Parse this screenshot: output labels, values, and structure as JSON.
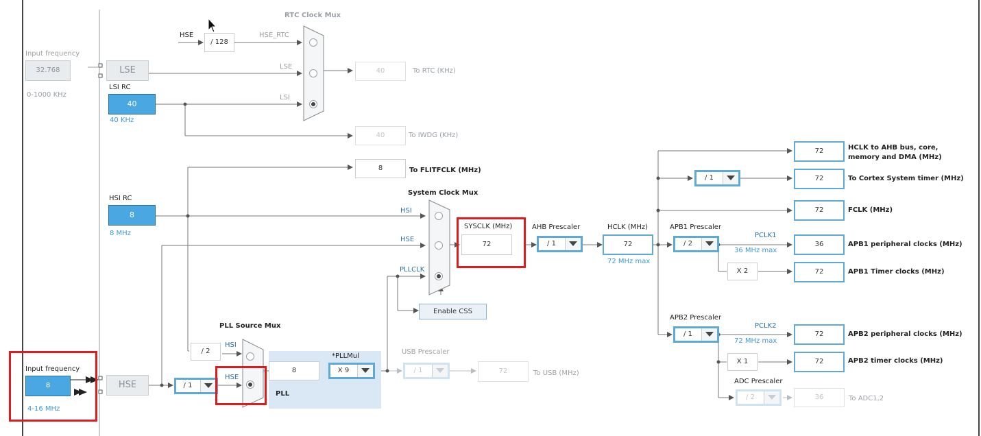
{
  "rtc_mux": {
    "title": "RTC Clock Mux",
    "hse_label": "HSE",
    "div128": "/ 128",
    "hse_rtc_label": "HSE_RTC",
    "lse_label": "LSE",
    "lsi_label": "LSI",
    "rtc_value": "40",
    "rtc_dest": "To RTC (KHz)",
    "iwdg_value": "40",
    "iwdg_dest": "To IWDG (KHz)"
  },
  "lse_input": {
    "label": "Input frequency",
    "value": "32.768",
    "range": "0-1000 KHz",
    "source": "LSE"
  },
  "lsi": {
    "label": "LSI RC",
    "value": "40",
    "unit": "40 KHz"
  },
  "hsi": {
    "label": "HSI RC",
    "value": "8",
    "unit": "8 MHz"
  },
  "flitfclk": {
    "value": "8",
    "dest": "To FLITFCLK (MHz)"
  },
  "sysclk_mux": {
    "title": "System Clock Mux",
    "hsi_label": "HSI",
    "hse_label": "HSE",
    "pllclk_label": "PLLCLK",
    "sysclk_label": "SYSCLK (MHz)",
    "sysclk_value": "72",
    "enable_css": "Enable CSS"
  },
  "ahb": {
    "label": "AHB Prescaler",
    "value": "/ 1",
    "hclk_label": "HCLK (MHz)",
    "hclk_value": "72",
    "hclk_max": "72 MHz max"
  },
  "outputs": {
    "hclk_ahb_value": "72",
    "hclk_ahb_label_1": "HCLK to AHB bus, core,",
    "hclk_ahb_label_2": "memory and DMA (MHz)",
    "cortex_div": "/ 1",
    "cortex_value": "72",
    "cortex_label": "To Cortex System timer (MHz)",
    "fclk_value": "72",
    "fclk_label": "FCLK (MHz)"
  },
  "apb1": {
    "label": "APB1 Prescaler",
    "value": "/ 2",
    "pclk_label": "PCLK1",
    "pclk_max": "36 MHz max",
    "periph_value": "36",
    "periph_label": "APB1 peripheral clocks (MHz)",
    "timer_mult": "X 2",
    "timer_value": "72",
    "timer_label": "APB1 Timer clocks (MHz)"
  },
  "apb2": {
    "label": "APB2 Prescaler",
    "value": "/ 1",
    "pclk_label": "PCLK2",
    "pclk_max": "72 MHz max",
    "periph_value": "72",
    "periph_label": "APB2 peripheral clocks (MHz)",
    "timer_mult": "X 1",
    "timer_value": "72",
    "timer_label": "APB2 timer clocks (MHz)",
    "adc_label": "ADC Prescaler",
    "adc_value": "/ 2",
    "adc_out": "36",
    "adc_dest": "To ADC1,2"
  },
  "hse_input": {
    "label": "Input frequency",
    "value": "8",
    "range": "4-16 MHz",
    "source": "HSE",
    "div": "/ 1"
  },
  "pll": {
    "mux_title": "PLL Source Mux",
    "hsi_div": "/ 2",
    "hsi_label": "HSI",
    "hse_label": "HSE",
    "input_value": "8",
    "mul_label": "*PLLMul",
    "mul_value": "X 9",
    "pll_label": "PLL"
  },
  "usb": {
    "label": "USB Prescaler",
    "value": "/ 1",
    "out": "72",
    "dest": "To USB (MHz)"
  },
  "colors": {
    "accent": "#4ba7e1",
    "highlight": "#e01b1b",
    "wire": "#666666"
  }
}
